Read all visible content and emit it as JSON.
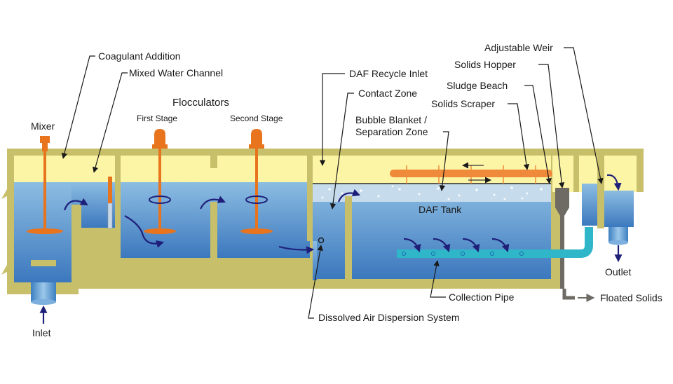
{
  "title": "Dissolved Air Flotation (DAF) Process Diagram",
  "labels": {
    "coagulant_addition": "Coagulant Addition",
    "mixed_water_channel": "Mixed Water Channel",
    "mixer": "Mixer",
    "flocculators": "Flocculators",
    "first_stage": "First Stage",
    "second_stage": "Second Stage",
    "daf_recycle_inlet": "DAF Recycle Inlet",
    "contact_zone": "Contact Zone",
    "bubble_blanket_line1": "Bubble Blanket /",
    "bubble_blanket_line2": "Separation Zone",
    "solids_scraper": "Solids Scraper",
    "sludge_beach": "Sludge Beach",
    "solids_hopper": "Solids Hopper",
    "adjustable_weir": "Adjustable Weir",
    "daf_tank": "DAF Tank",
    "collection_pipe": "Collection Pipe",
    "dissolved_air_dispersion": "Dissolved Air Dispersion System",
    "inlet": "Inlet",
    "outlet": "Outlet",
    "floated_solids": "Floated Solids"
  },
  "colors": {
    "concrete": "#c8bf6a",
    "air_space": "#fdf5a6",
    "water_top": "#8cbde2",
    "water_bottom": "#3c78be",
    "mixer_orange": "#e8741e",
    "flow_arrow": "#1f1f7a",
    "collection_pipe": "#2fb6c8",
    "hopper_gray": "#6e6a64",
    "bubble_blanket": "#c6dcec"
  }
}
